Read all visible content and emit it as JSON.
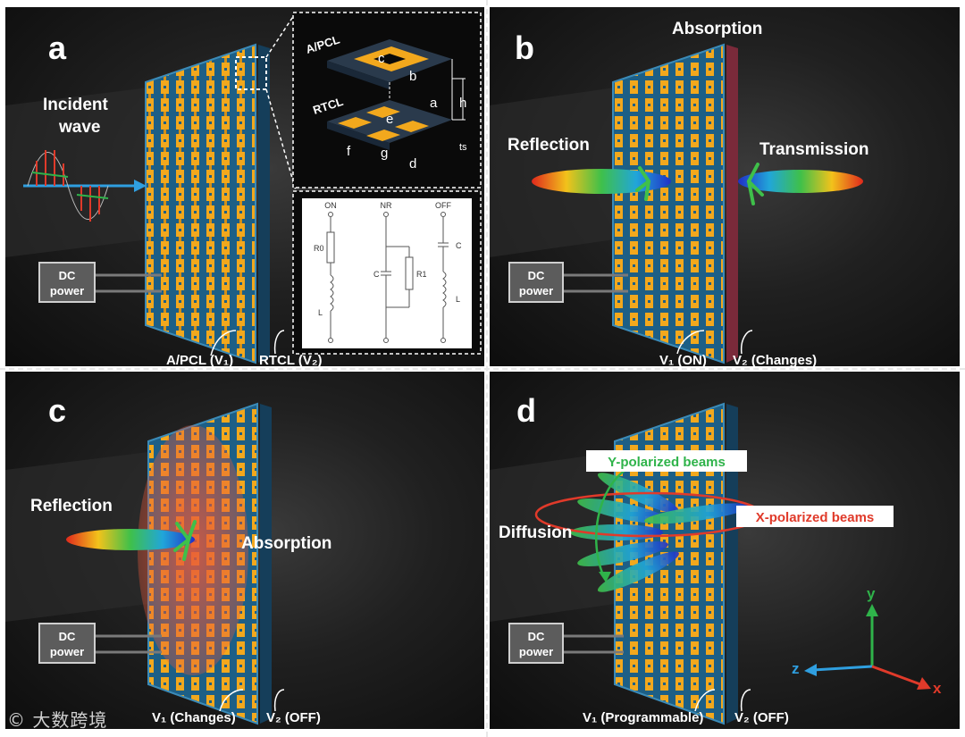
{
  "panels": {
    "a": {
      "letter": "a",
      "incident_line1": "Incident",
      "incident_line2": "wave",
      "dc_line1": "DC",
      "dc_line2": "power",
      "label_v1": "A/PCL (V₁)",
      "label_v2": "RTCL (V₂)",
      "inset": {
        "apcl": "A/PCL",
        "rtcl": "RTCL",
        "c": "c",
        "b": "b",
        "a": "a",
        "h": "h",
        "e": "e",
        "f": "f",
        "g": "g",
        "d": "d",
        "ts": "ts"
      },
      "circuit": {
        "on": "ON",
        "nr": "NR",
        "off": "OFF",
        "r0": "R0",
        "l1": "L",
        "c1": "C",
        "r1": "R1",
        "c2": "C",
        "l2": "L"
      }
    },
    "b": {
      "letter": "b",
      "absorption": "Absorption",
      "reflection": "Reflection",
      "transmission": "Transmission",
      "dc_line1": "DC",
      "dc_line2": "power",
      "label_v1": "V₁ (ON)",
      "label_v2": "V₂ (Changes)"
    },
    "c": {
      "letter": "c",
      "reflection": "Reflection",
      "absorption": "Absorption",
      "dc_line1": "DC",
      "dc_line2": "power",
      "label_v1": "V₁ (Changes)",
      "label_v2": "V₂ (OFF)"
    },
    "d": {
      "letter": "d",
      "y_beams": "Y-polarized beams",
      "x_beams": "X-polarized beams",
      "diffusion": "Diffusion",
      "dc_line1": "DC",
      "dc_line2": "power",
      "label_v1": "V₁ (Programmable)",
      "label_v2": "V₂ (OFF)",
      "axis_x": "x",
      "axis_y": "y",
      "axis_z": "z"
    }
  },
  "watermark": "© 大数跨境",
  "colors": {
    "patch": "#f2a81d",
    "board": "#1d5f86",
    "board_edge": "#3b8bb8",
    "absorption_glow": "#e8583a",
    "x_beams": "#e03a2a",
    "y_beams": "#2fb34a",
    "axis_z": "#2f9fe0"
  }
}
